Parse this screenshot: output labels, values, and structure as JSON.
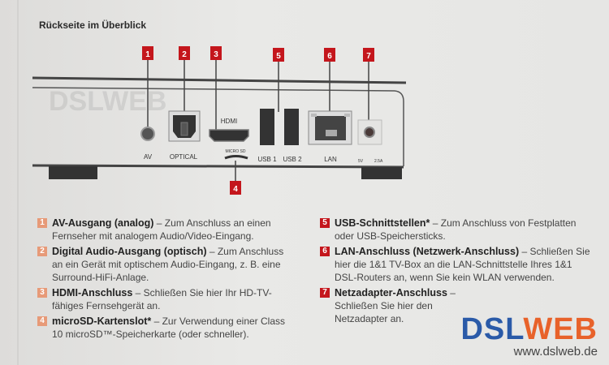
{
  "title": "Rückseite im Überblick",
  "watermark": "DSLWEB",
  "diagram": {
    "labels": {
      "av": "AV",
      "optical": "OPTICAL",
      "hdmi": "HDMI",
      "microsd": "MICRO SD",
      "usb1": "USB 1",
      "usb2": "USB 2",
      "lan": "LAN",
      "power_left": "5V",
      "power_right": "2.5A"
    },
    "numbers": [
      "1",
      "2",
      "3",
      "4",
      "5",
      "6",
      "7"
    ],
    "marker_color": "#c4161c"
  },
  "legend": [
    {
      "n": "1",
      "title": "AV-Ausgang (analog)",
      "text": " – Zum Anschluss an einen Fernseher mit analogem Audio/Video-Eingang."
    },
    {
      "n": "2",
      "title": "Digital Audio-Ausgang (optisch)",
      "text": " – Zum Anschluss an ein Gerät mit optischem Audio-Eingang, z. B. eine Surround-HiFi-Anlage."
    },
    {
      "n": "3",
      "title": "HDMI-Anschluss",
      "text": " – Schließen Sie hier Ihr HD-TV-fähiges Fernsehgerät an."
    },
    {
      "n": "4",
      "title": "microSD-Kartenslot*",
      "text": " – Zur Verwendung einer Class 10 microSD™-Speicherkarte (oder schneller)."
    },
    {
      "n": "5",
      "title": "USB-Schnittstellen*",
      "text": " – Zum Anschluss von Festplatten oder USB-Speichersticks."
    },
    {
      "n": "6",
      "title": "LAN-Anschluss (Netzwerk-Anschluss)",
      "text": " – Schließen Sie hier die 1&1 TV-Box an die LAN-Schnittstelle Ihres 1&1 DSL-Routers an, wenn Sie kein WLAN verwenden."
    },
    {
      "n": "7",
      "title": "Netzadapter-Anschluss",
      "text": " – Schließen Sie hier den Netzadapter an."
    }
  ],
  "logo": {
    "part1": "DSL",
    "part2": "WEB",
    "url": "www.dslweb.de",
    "color1": "#2a5aa8",
    "color2": "#e8622a"
  }
}
